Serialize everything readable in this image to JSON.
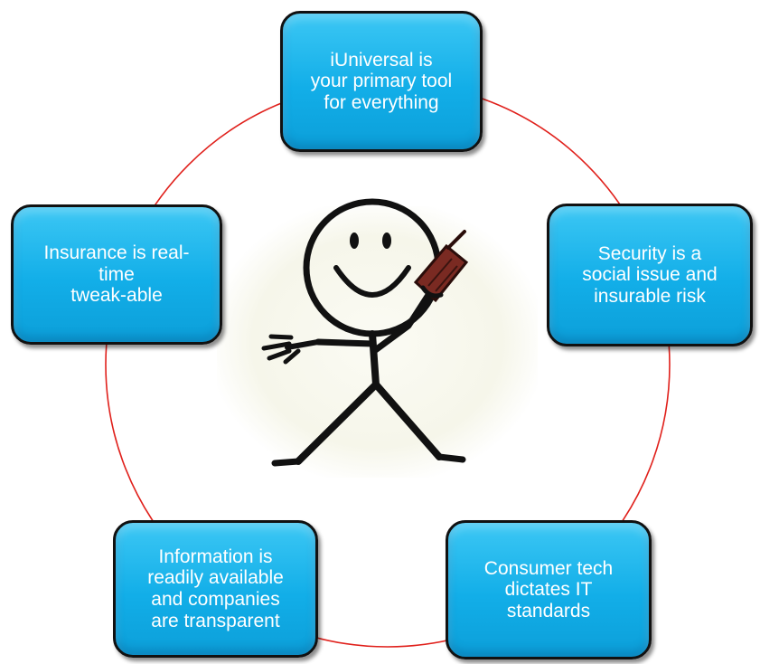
{
  "diagram": {
    "nodes": [
      {
        "id": "top",
        "lines": [
          "iUniversal  is",
          "your primary tool",
          "for everything"
        ]
      },
      {
        "id": "right",
        "lines": [
          "Security is a",
          "social issue and",
          "insurable risk"
        ]
      },
      {
        "id": "br",
        "lines": [
          "Consumer tech",
          "dictates IT",
          "standards"
        ]
      },
      {
        "id": "bl",
        "lines": [
          "Information is",
          "readily available",
          "and companies",
          "are transparent"
        ]
      },
      {
        "id": "left",
        "lines": [
          "Insurance is real-",
          "time",
          "tweak-able"
        ]
      }
    ],
    "colors": {
      "ring": "#e0201b",
      "node_fill": "#16b0ea",
      "node_border": "#111111",
      "node_text": "#ffffff",
      "phone": "#7a2a22"
    },
    "center_icon": "stick-figure-on-phone-icon"
  }
}
